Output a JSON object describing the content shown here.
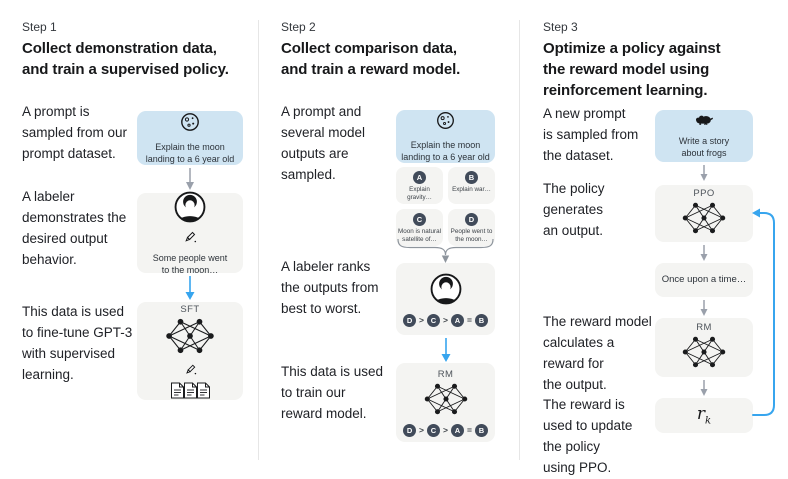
{
  "colors": {
    "background": "#ffffff",
    "prompt_box_bg": "#cfe4f2",
    "model_box_bg": "#f4f4f2",
    "blue_arrow": "#37a5ee",
    "gray_arrow": "#9aa0ab",
    "badge_bg": "#414b5a",
    "badge_text": "#ffffff",
    "heading_text": "#17181a",
    "body_text": "#202227",
    "box_text": "#2d333a",
    "divider": "#e6e6e6"
  },
  "icons": {
    "step1_prompt": "moon-icon",
    "step2_prompt": "moon-icon",
    "step3_prompt": "frog-icon",
    "labeler": "labeler-avatar-icon",
    "writing": "pencil-icon",
    "model": "neural-network-icon",
    "demonstrations": "documents-icon",
    "merge": "brace-merge-icon",
    "flow": "down-arrow-icon",
    "feedback": "feedback-loop-arrow"
  },
  "step1": {
    "step_label": "Step 1",
    "heading": "Collect demonstration data,\nand train a supervised policy.",
    "caption_prompt": "A prompt is\nsampled from our\nprompt dataset.",
    "caption_labeler": "A labeler\ndemonstrates the\ndesired output\nbehavior.",
    "caption_finetune": "This data is used\nto fine-tune GPT-3\nwith supervised\nlearning.",
    "prompt_text": "Explain the moon\nlanding to a 6 year old",
    "demonstration_text": "Some people went\nto the moon…",
    "model_label": "SFT"
  },
  "step2": {
    "step_label": "Step 2",
    "heading": "Collect comparison data,\nand train a reward model.",
    "caption_sampled": "A prompt and\nseveral model\noutputs are\nsampled.",
    "caption_ranked": "A labeler ranks\nthe outputs from\nbest to worst.",
    "caption_train": "This data is used\nto train our\nreward model.",
    "prompt_text": "Explain the moon\nlanding to a 6 year old",
    "outputs": [
      {
        "letter": "A",
        "text": "Explain gravity…"
      },
      {
        "letter": "B",
        "text": "Explain war…"
      },
      {
        "letter": "C",
        "text": "Moon is natural\nsatellite of…"
      },
      {
        "letter": "D",
        "text": "People went to\nthe moon…"
      }
    ],
    "ranking": {
      "letters": [
        "D",
        "C",
        "A",
        "B"
      ],
      "separators": [
        ">",
        ">",
        "="
      ]
    },
    "model_label": "RM"
  },
  "step3": {
    "step_label": "Step 3",
    "heading": "Optimize a policy against\nthe reward model using\nreinforcement learning.",
    "caption_prompt": "A new prompt\nis sampled from\nthe dataset.",
    "caption_policy": "The policy\ngenerates\nan output.",
    "caption_reward": "The reward model\ncalculates a\nreward for\nthe output.",
    "caption_update": "The reward is\nused to update\nthe policy\nusing PPO.",
    "prompt_text": "Write a story\nabout frogs",
    "policy_label": "PPO",
    "output_text": "Once upon a time…",
    "reward_model_label": "RM",
    "reward_symbol": "r",
    "reward_subscript": "k"
  }
}
